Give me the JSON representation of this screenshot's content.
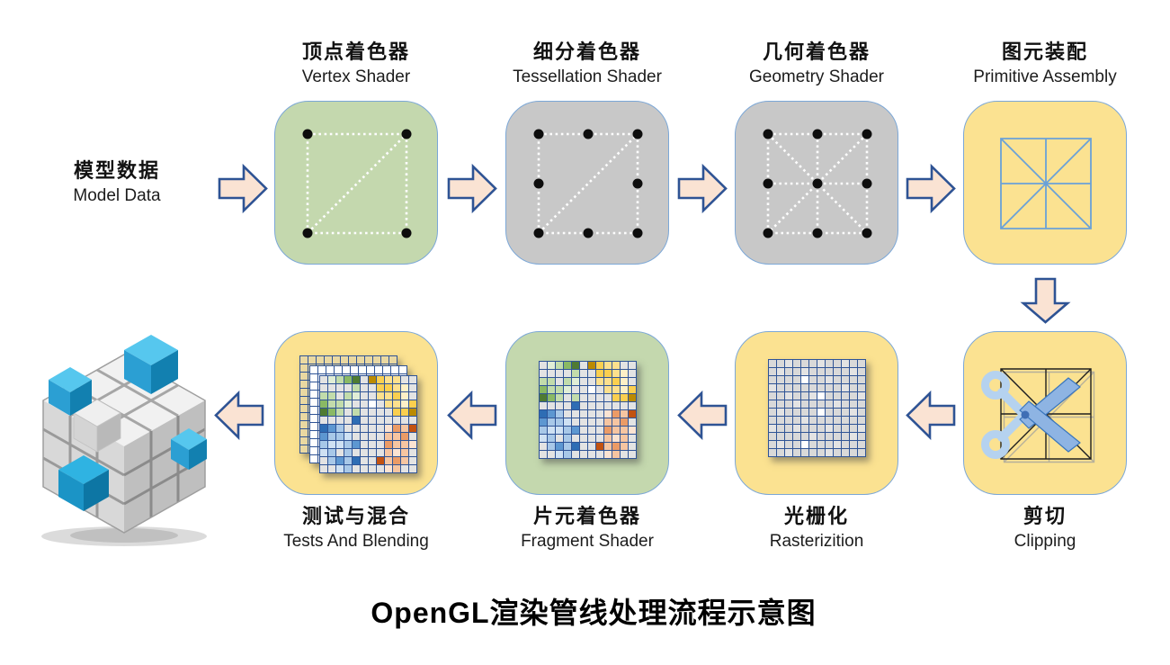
{
  "title": "OpenGL渲染管线处理流程示意图",
  "input": {
    "label_zh": "模型数据",
    "label_en": "Model Data"
  },
  "stages": [
    {
      "id": "vertex-shader",
      "label_zh": "顶点着色器",
      "label_en": "Vertex Shader",
      "box_color": "green"
    },
    {
      "id": "tessellation-shader",
      "label_zh": "细分着色器",
      "label_en": "Tessellation Shader",
      "box_color": "gray"
    },
    {
      "id": "geometry-shader",
      "label_zh": "几何着色器",
      "label_en": "Geometry Shader",
      "box_color": "gray"
    },
    {
      "id": "primitive-assembly",
      "label_zh": "图元装配",
      "label_en": "Primitive Assembly",
      "box_color": "yellow"
    },
    {
      "id": "clipping",
      "label_zh": "剪切",
      "label_en": "Clipping",
      "box_color": "yellow"
    },
    {
      "id": "rasterization",
      "label_zh": "光栅化",
      "label_en": "Rasterizition",
      "box_color": "yellow"
    },
    {
      "id": "fragment-shader",
      "label_zh": "片元着色器",
      "label_en": "Fragment Shader",
      "box_color": "green"
    },
    {
      "id": "tests-and-blending",
      "label_zh": "测试与混合",
      "label_en": "Tests And Blending",
      "box_color": "yellow"
    }
  ],
  "flow": [
    "model-data→vertex-shader",
    "vertex-shader→tessellation-shader",
    "tessellation-shader→geometry-shader",
    "geometry-shader→primitive-assembly",
    "primitive-assembly→clipping",
    "clipping→rasterization",
    "rasterization→fragment-shader",
    "fragment-shader→tests-and-blending",
    "tests-and-blending→framebuffer-cube"
  ],
  "icons": {
    "flow-arrow": "peach block arrow with dark blue outline",
    "vertex-points": "4 black dots, white dotted square with diagonal",
    "tessellation-points": "8 black dots, white dotted square with diagonal",
    "geometry-points": "9 black dots, white dotted square with cross and diagonals",
    "primitive-wireframe": "blue square wireframe with diagonals and cross",
    "clipping-scissors": "blue scissors over black wireframe square",
    "pixel-grid": "12x12 raster grid",
    "blend-layers": "three stacked pixel grids",
    "model-cube": "gray 3x3 cube render with blue sub-cubes"
  },
  "colors": {
    "box_green": "#c4d8ae",
    "box_gray": "#c8c8c8",
    "box_yellow": "#fbe291",
    "box_border": "#7ba7d7",
    "arrow_fill": "#fae3d3",
    "arrow_stroke": "#2e5394",
    "dotted_line": "#fdfdfd",
    "vertex_dot": "#0d0d0d",
    "wireframe_blue": "#6aa1d8",
    "wireframe_black": "#1f1f1f",
    "grid_line": "#2f5496",
    "scissors_blade": "#8eb4e3",
    "scissors_handle": "#b5d2ef",
    "cube_blue": "#2fa9da"
  },
  "grids": {
    "palette": {
      "A": "#4f7b32",
      "B": "#8ab964",
      "C": "#c2dcab",
      "D": "#e1eed6",
      "E": "#bb8a00",
      "F": "#fbcf4f",
      "G": "#fde08d",
      "H": "#fdf0c7",
      "I": "#2e6db4",
      "J": "#5d97d1",
      "K": "#a8c8e8",
      "L": "#cfe1f3",
      "M": "#c25211",
      "N": "#eb9b66",
      "O": "#f6c5a1",
      "P": "#fbe3d2",
      "t": "#ead9a2",
      "w": "#ffffff",
      "x": "#e3e3e3",
      "y": "#d9d9d9"
    },
    "raster": {
      "rows": [
        "yyxyyyxyyxyy",
        "yxyyxyyyyyxy",
        "yyyywyyxyyyy",
        "xyyyyyyyyxyy",
        "yyxyyxwyyyyx",
        "yyyxyyyyxyyy",
        "yxyyyywyyyxy",
        "yyyyxyyyyyyy",
        "xyyxyyyxyyyx",
        "yyyyyxyyyyxy",
        "yxyywyyyxyyy",
        "yyxyyyyxyyyy"
      ]
    },
    "fragment": {
      "rows": [
        "xDCBAxEFGGxx",
        "xxxxCxxFFGHx",
        "CCxCDxxGGFHx",
        "BCCDxxwxGGHF",
        "ABCxCxxxxFFE",
        "xxxxIxxxxxxx",
        "IJKxxxxxPNOM",
        "JKKLxxxxOONx",
        "KLLKJxxxNOOP",
        "LKxKxxxxOPOx",
        "xKJKIxxMONOx",
        "xxLKxxxxPOxx"
      ]
    },
    "blend_back": {
      "fill": "t"
    },
    "blend_mid": {
      "fill": "w"
    }
  }
}
